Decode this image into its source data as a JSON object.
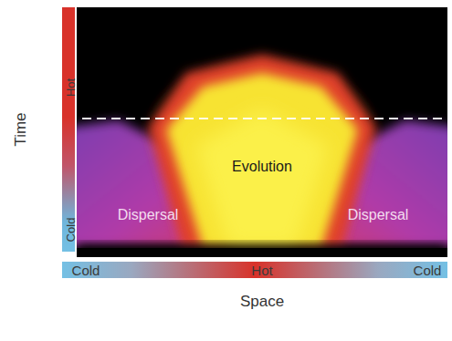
{
  "diagram": {
    "nodes": [
      {
        "text": [
          "Hot",
          "Cold"
        ]
      },
      {
        "text": [
          "Cold",
          "Hot",
          "Cold"
        ]
      }
    ],
    "labels": [
      "Time",
      "Evolution",
      "Dispersal",
      "Dispersal",
      "Space"
    ]
  }
}
